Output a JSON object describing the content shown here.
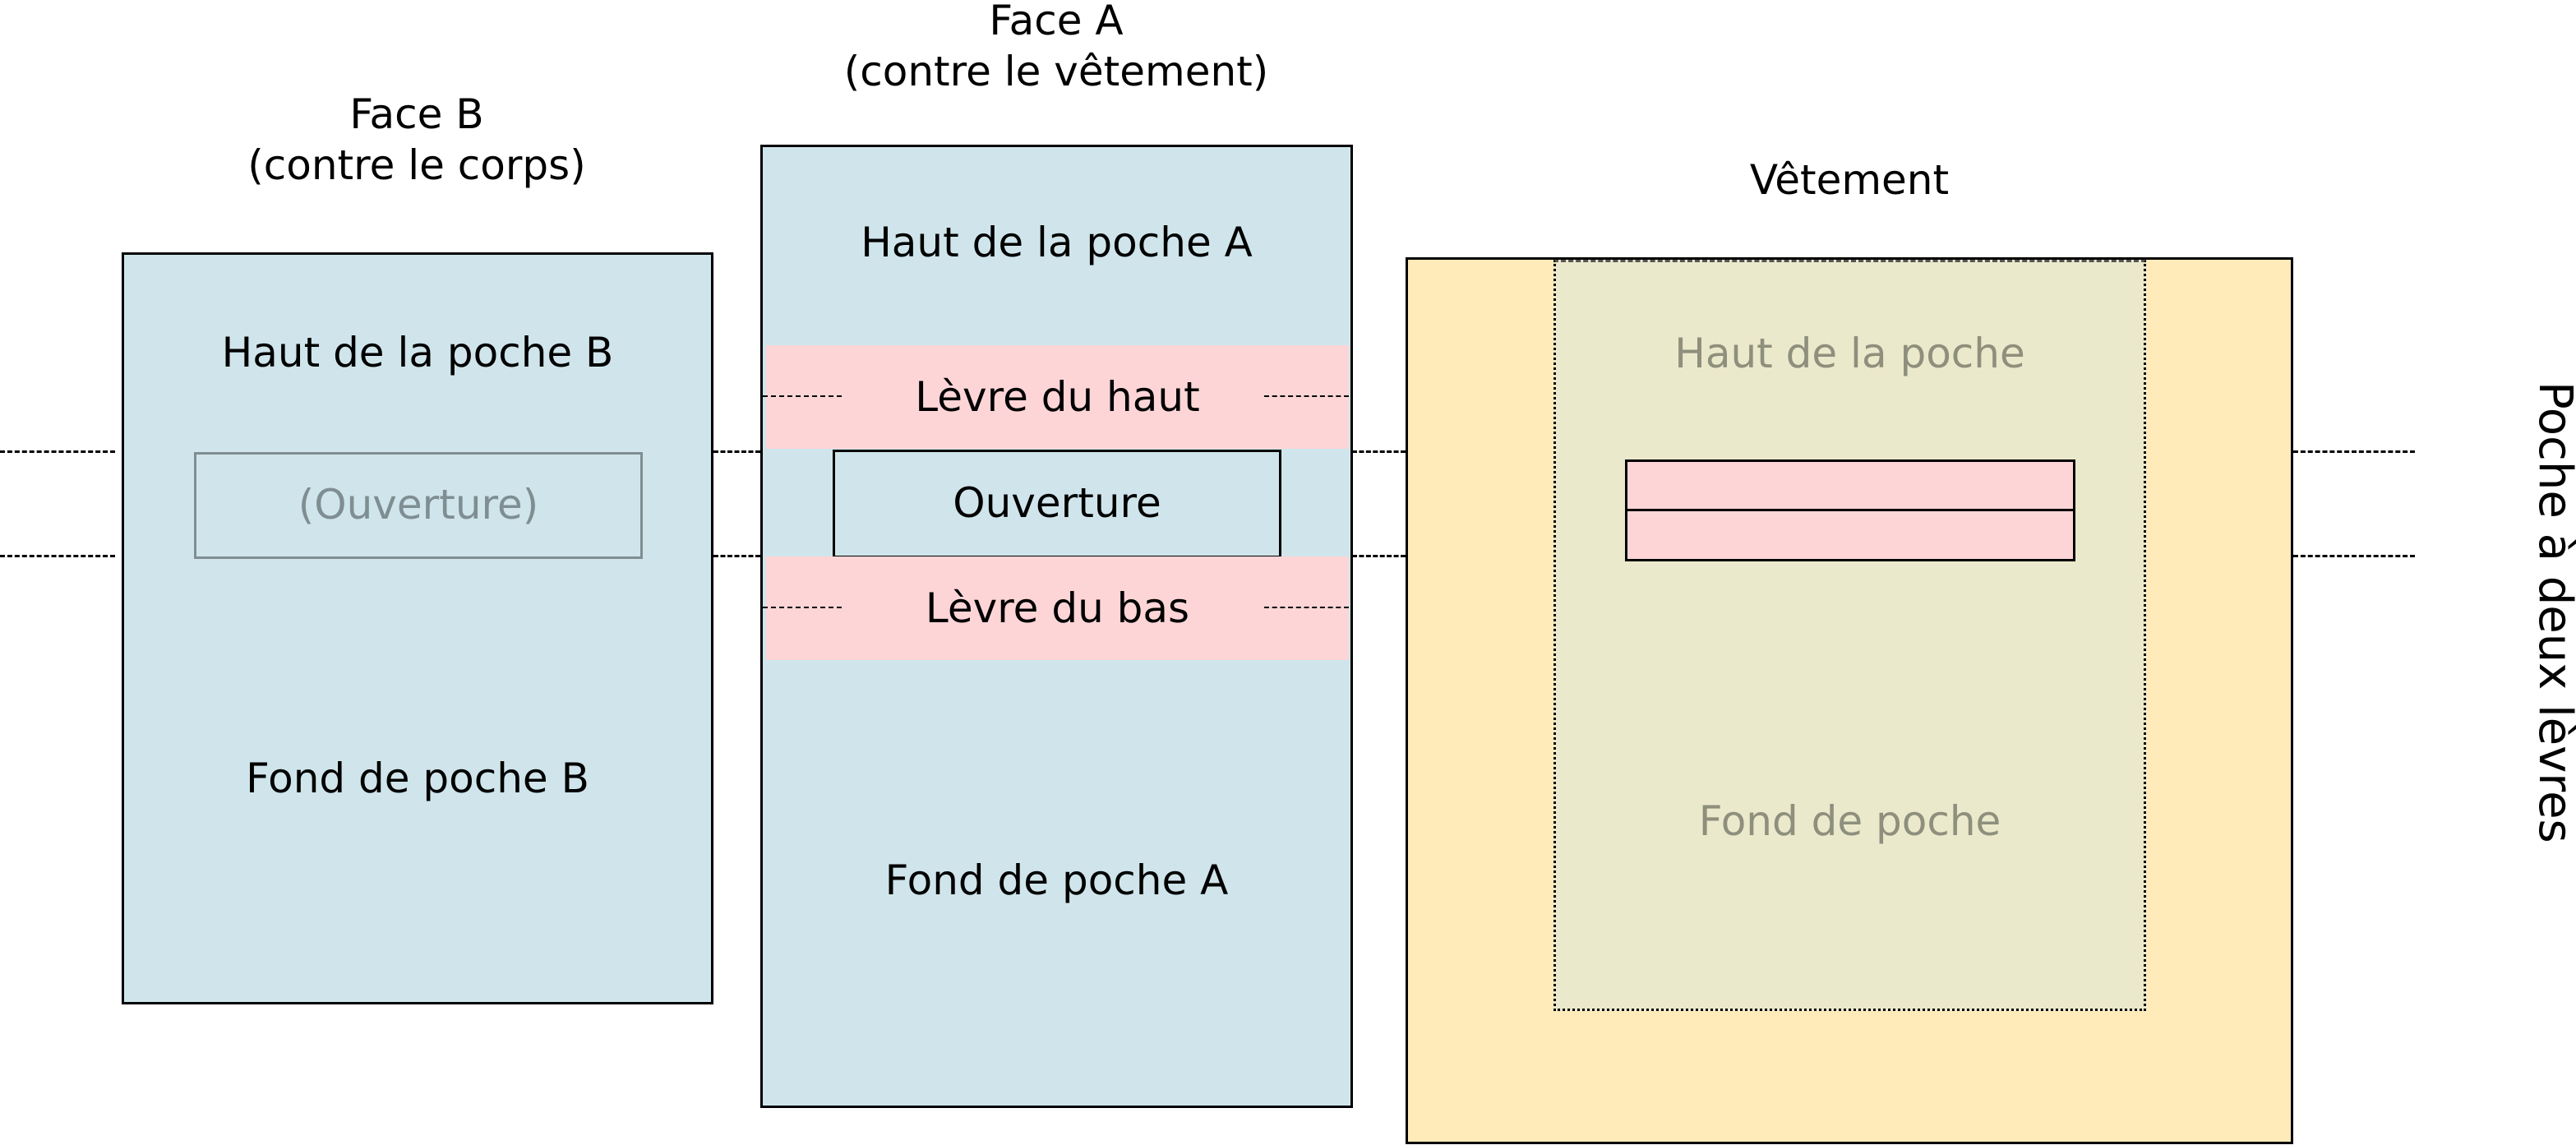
{
  "diagram": {
    "title": "Poche à deux lèvres",
    "colors": {
      "pocket_piece": "#cfe5eb",
      "lip": "#fdd5d7",
      "garment": "#feebb9",
      "pocket_zone": "#ebe9cb",
      "muted_text_garment": "#8e8f7c",
      "muted_text_ghost": "#7f8e92",
      "outline": "#000000"
    },
    "face_b": {
      "title": "Face B",
      "subtitle": "(contre le corps)",
      "top_label": "Haut de la poche B",
      "opening_label": "(Ouverture)",
      "bottom_label": "Fond de poche B"
    },
    "face_a": {
      "title": "Face A",
      "subtitle": "(contre le vêtement)",
      "top_label": "Haut de la poche A",
      "upper_lip_label": "Lèvre du haut",
      "opening_label": "Ouverture",
      "lower_lip_label": "Lèvre du bas",
      "bottom_label": "Fond de poche A"
    },
    "garment": {
      "title": "Vêtement",
      "top_label": "Haut de la poche",
      "bottom_label": "Fond de poche"
    }
  }
}
